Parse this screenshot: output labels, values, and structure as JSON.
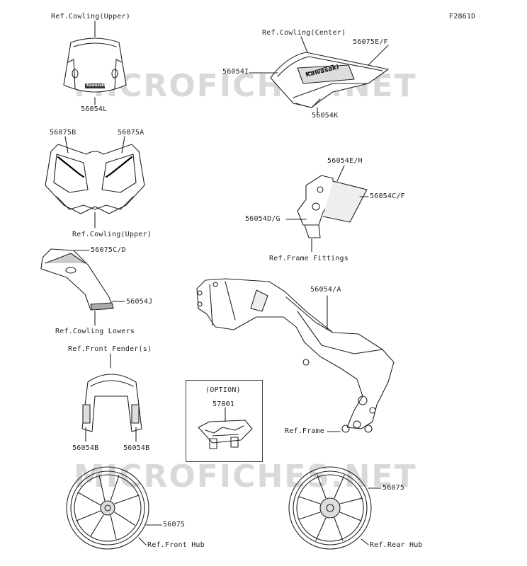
{
  "diagram_id": "F2861D",
  "watermark": [
    "MICROFICHES.NET",
    "MICROFICHES.NET"
  ],
  "decal_text": {
    "cowl_logo": "Kawasaki",
    "windshield_logo": "Kawasaki"
  },
  "labels": {
    "ref_cowling_upper_top": "Ref.Cowling(Upper)",
    "p56054L": "56054L",
    "ref_cowling_center": "Ref.Cowling(Center)",
    "p56075EF": "56075E/F",
    "p56054I": "56054I",
    "p56054K": "56054K",
    "p56075B": "56075B",
    "p56075A": "56075A",
    "ref_cowling_upper_mid": "Ref.Cowling(Upper)",
    "p56054EH": "56054E/H",
    "p56054CF": "56054C/F",
    "p56054DG": "56054D/G",
    "ref_frame_fittings": "Ref.Frame Fittings",
    "p56075CD": "56075C/D",
    "p56054J": "56054J",
    "ref_cowling_lowers": "Ref.Cowling Lowers",
    "p56054A": "56054/A",
    "ref_front_fenders": "Ref.Front Fender(s)",
    "option": "(OPTION)",
    "p57001": "57001",
    "ref_frame": "Ref.Frame",
    "p56054B_left": "56054B",
    "p56054B_right": "56054B",
    "p56075_rear": "56075",
    "p56075_front": "56075",
    "ref_front_hub": "Ref.Front Hub",
    "ref_rear_hub": "Ref.Rear Hub"
  }
}
